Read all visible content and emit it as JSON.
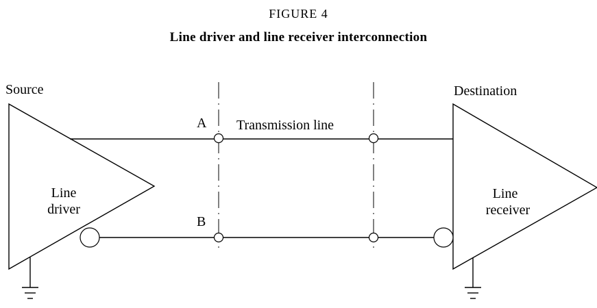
{
  "figure": {
    "number": "FIGURE 4",
    "title": "Line driver and line receiver interconnection"
  },
  "labels": {
    "source": "Source",
    "destination": "Destination",
    "point_a": "A",
    "point_b": "B",
    "transmission_line": "Transmission line",
    "driver_line1": "Line",
    "driver_line2": "driver",
    "receiver_line1": "Line",
    "receiver_line2": "receiver"
  }
}
